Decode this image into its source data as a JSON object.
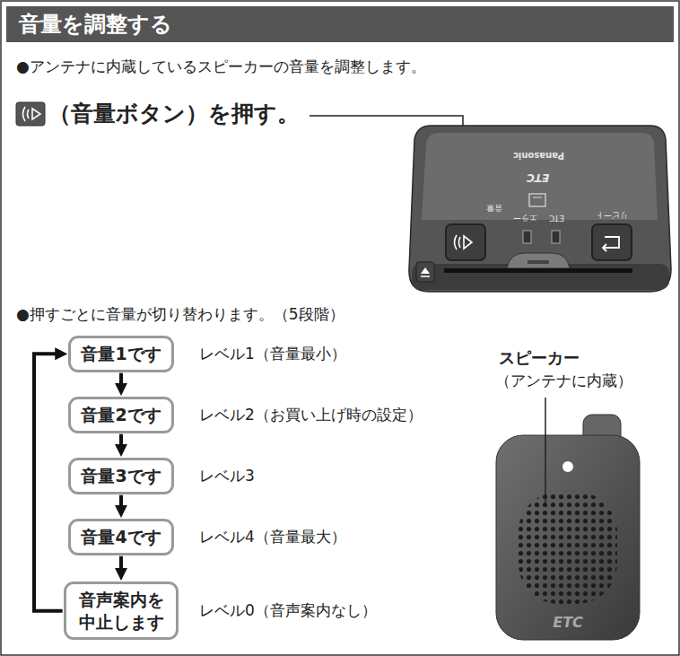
{
  "diagram": {
    "title": "音量を調整する",
    "nodes": [
      {
        "text": [
          "音量1です"
        ]
      },
      {
        "text": [
          "音量2です"
        ]
      },
      {
        "text": [
          "音量3です"
        ]
      },
      {
        "text": [
          "音量4です"
        ]
      },
      {
        "text": [
          "音声案内を 中止します"
        ]
      }
    ],
    "edges": [
      {
        "from": 0,
        "to": 1,
        "arrow": "to"
      },
      {
        "from": 1,
        "to": 2,
        "arrow": "to"
      },
      {
        "from": 2,
        "to": 3,
        "arrow": "to"
      },
      {
        "from": 3,
        "to": 4,
        "arrow": "to"
      },
      {
        "from": 4,
        "to": 0,
        "arrow": "to"
      }
    ],
    "labels": [
      "●アンテナに内蔵しているスピーカーの音量を調整します。",
      "（音量ボタン）を押す。",
      "●押すごとに音量が切り替わります。（5段階）",
      "レベル1（音量最小）",
      "レベル2（お買い上げ時の設定）",
      "レベル3",
      "レベル4（音量最大）",
      "レベル0（音声案内なし）",
      "スピーカー",
      "（アンテナに内蔵）",
      "Panasonic",
      "ETC",
      "音量",
      "エラー",
      "ETC",
      "リピート",
      "ETC"
    ]
  }
}
